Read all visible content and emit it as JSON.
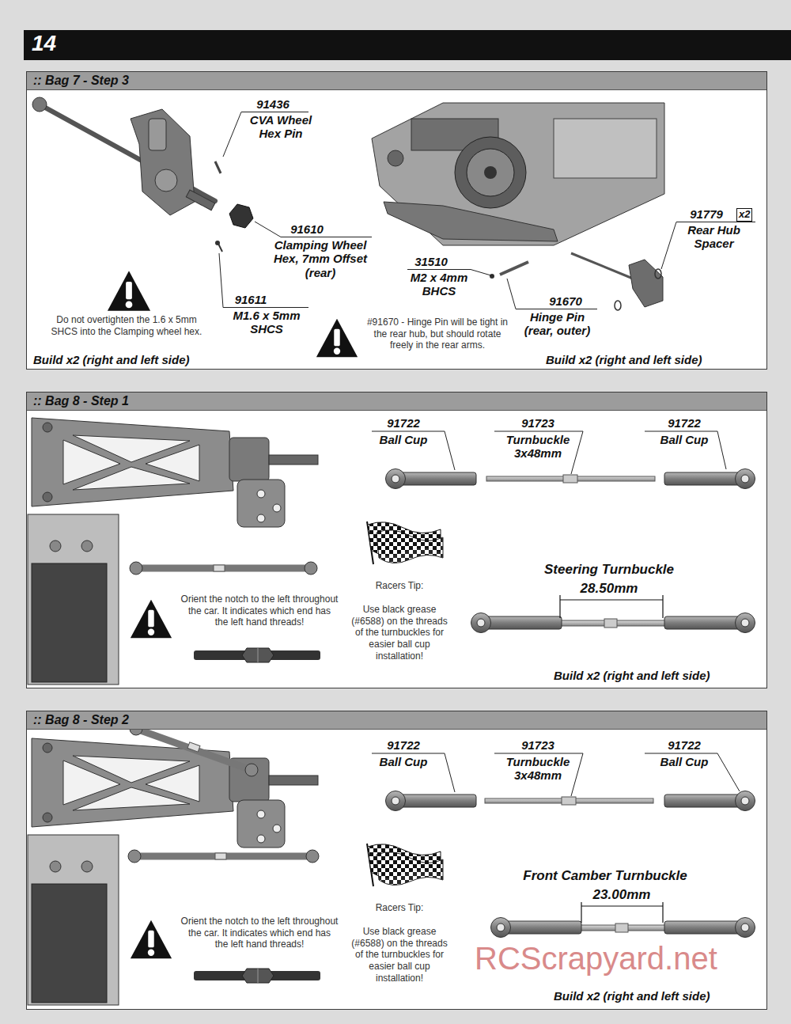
{
  "diagram": {
    "nodes": [
      {
        "text": [
          "14"
        ]
      },
      {
        "text": [
          ":: Bag 7 - Step 3"
        ]
      },
      {
        "text": [
          ":: Bag 8 - Step 1"
        ]
      },
      {
        "text": [
          ":: Bag 8 - Step 2"
        ]
      }
    ],
    "labels": [
      "91436",
      "CVA Wheel Hex Pin",
      "91610",
      "Clamping Wheel Hex, 7mm Offset (rear)",
      "91611",
      "M1.6 x 5mm SHCS",
      "31510",
      "M2 x 4mm BHCS",
      "91670",
      "Hinge Pin (rear, outer)",
      "91779",
      "x2",
      "Rear Hub Spacer",
      "Do not overtighten the 1.6 x 5mm SHCS into the Clamping wheel hex.",
      "#91670 - Hinge Pin will be tight in the rear hub, but should rotate freely in the rear arms.",
      "Build x2 (right and left side)",
      "Build x2 (right and left side)",
      "91722",
      "Ball Cup",
      "91723",
      "Turnbuckle 3x48mm",
      "91722",
      "Ball Cup",
      "Orient the notch to the left throughout the car. It indicates which end has the left hand threads!",
      "Racers Tip:",
      "Use black grease (#6588) on the threads of the turnbuckles for easier ball cup installation!",
      "Steering Turnbuckle",
      "28.50mm",
      "Build x2 (right and left side)",
      "91722",
      "Ball Cup",
      "91723",
      "Turnbuckle 3x48mm",
      "91722",
      "Ball Cup",
      "Orient the notch to the left throughout the car. It indicates which end has the left hand threads!",
      "Racers Tip:",
      "Use black grease (#6588) on the threads of the turnbuckles for easier ball cup installation!",
      "Front Camber Turnbuckle",
      "23.00mm",
      "Build x2 (right and left side)",
      "RCScrapyard.net"
    ]
  }
}
